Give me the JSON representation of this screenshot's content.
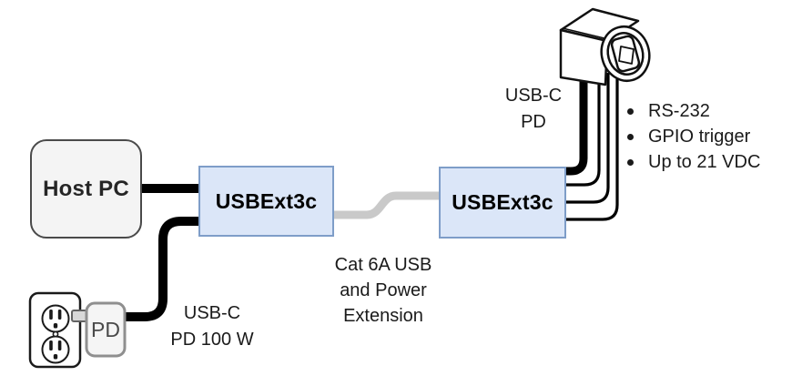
{
  "diagram": {
    "host_pc": {
      "label": "Host PC"
    },
    "extender_left": {
      "label": "USBExt3c"
    },
    "extender_right": {
      "label": "USBExt3c"
    },
    "power_adapter": {
      "label": "PD"
    },
    "labels": {
      "power_cable": {
        "line1": "USB-C",
        "line2": "PD 100 W"
      },
      "extension_cable": {
        "line1": "Cat 6A USB",
        "line2": "and Power",
        "line3": "Extension"
      },
      "camera_cable": {
        "line1": "USB-C",
        "line2": "PD"
      }
    },
    "camera_features": [
      "RS-232",
      "GPIO trigger",
      "Up to 21 VDC"
    ],
    "colors": {
      "extender_fill": "#dbe6f8",
      "extender_border": "#7e9dc8",
      "cable_black": "#000000",
      "cable_gray": "#c9c9c9",
      "host_fill": "#f4f4f4"
    }
  }
}
